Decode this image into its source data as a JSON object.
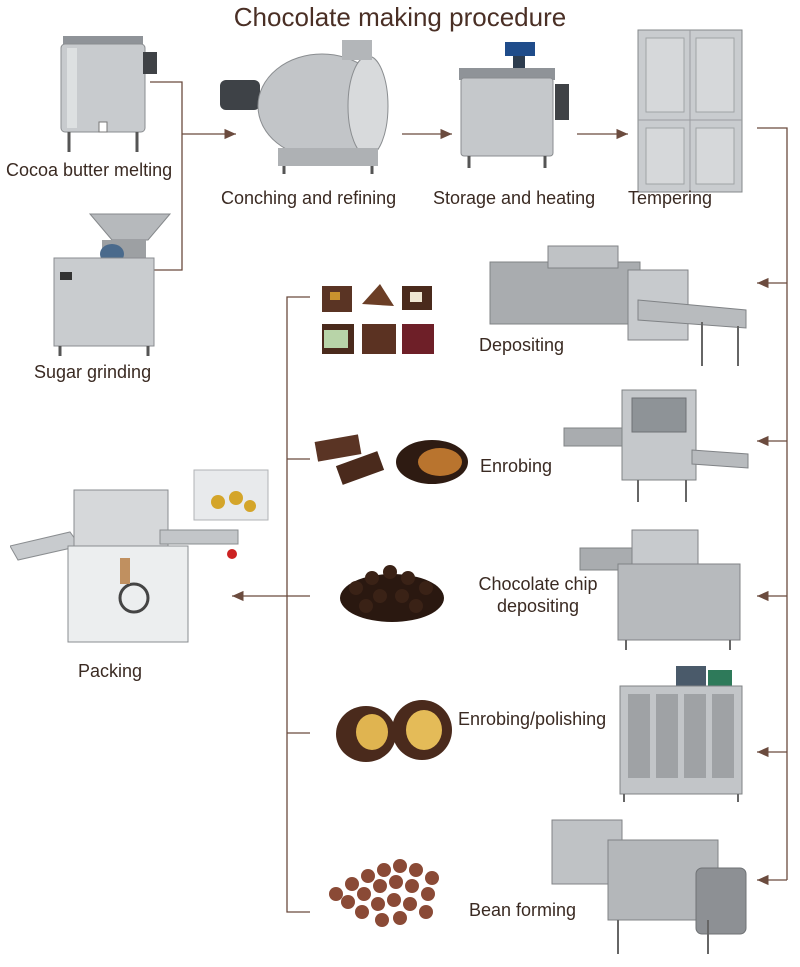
{
  "title": "Chocolate making procedure",
  "steps": {
    "cocoa_butter_melting": "Cocoa butter melting",
    "sugar_grinding": "Sugar grinding",
    "conching_refining": "Conching and refining",
    "storage_heating": "Storage and heating",
    "tempering": "Tempering",
    "depositing": "Depositing",
    "enrobing": "Enrobing",
    "chip_depositing_1": "Chocolate chip",
    "chip_depositing_2": "depositing",
    "enrobing_polishing": "Enrobing/polishing",
    "bean_forming": "Bean forming",
    "packing": "Packing"
  },
  "colors": {
    "line": "#6b4b3e",
    "steel": "#b9bcbf",
    "chocolate": "#4a2a1c"
  }
}
